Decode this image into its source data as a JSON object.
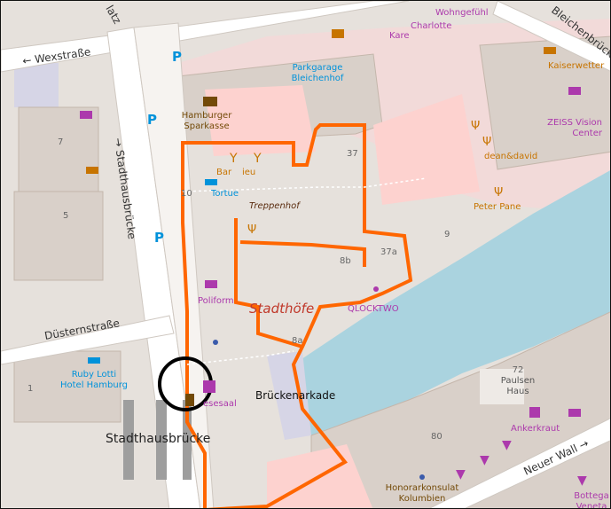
{
  "map": {
    "streets": {
      "wexstrasse": "← Wexstraße",
      "stadthausbruecke_vertical": "→ Stadthausbrücke",
      "duesternstrasse": "Düsternstraße",
      "bleichenbruecke": "Bleichenbrücke",
      "neuer_wall": "Neuer Wall →",
      "platz_fragment": "latz"
    },
    "places": {
      "parkgarage_1": "Parkgarage",
      "parkgarage_2": "Bleichenhof",
      "hamburger_sparkasse_1": "Hamburger",
      "hamburger_sparkasse_2": "Sparkasse",
      "bar_fragment": "Bar",
      "bar_fragment_2": "ieu",
      "tortue": "Tortue",
      "treppenhof": "Treppenhof",
      "poliform": "Poliform",
      "stadthoefe": "Stadthöfe",
      "qlocktwo": "QLOCKTWO",
      "ruby_lotti_1": "Ruby Lotti",
      "ruby_lotti_2": "Hotel Hamburg",
      "brueckenarkade": "Brückenarkade",
      "stadthausbruecke_station": "Stadthausbrücke",
      "esesaal": "esesaal",
      "charlotte": "Charlotte",
      "kare": "Kare",
      "wohngefuehl": "Wohngefühl",
      "kaiserwetter": "Kaiserwetter",
      "zeiss_1": "ZEISS Vision",
      "zeiss_2": "Center",
      "dean_david": "dean&david",
      "peter_pane": "Peter Pane",
      "paulsen_1": "Paulsen",
      "paulsen_2": "Haus",
      "ankerkraut": "Ankerkraut",
      "honorarkonsulat_1": "Honorarkonsulat",
      "honorarkonsulat_2": "Kolumbien",
      "bottega_1": "Bottega",
      "bottega_2": "Veneta"
    },
    "house_numbers": {
      "n7": "7",
      "n5": "5",
      "n1": "1",
      "n37": "37",
      "n10": "10",
      "n8b": "8b",
      "n37a": "37a",
      "n9": "9",
      "n8a": "8a",
      "n72": "72",
      "n80": "80"
    },
    "colors": {
      "water": "#aad3df",
      "building": "#d9d0c9",
      "highlight_area": "#fdd2cf",
      "outline": "#ff6600",
      "food_icon": "#c77400",
      "shop_icon": "#ac39ac",
      "transport_icon": "#0092da",
      "label_text": "#555555"
    },
    "icons": {
      "parking": "parking-icon",
      "bicycle_parking": "bicycle-parking-icon",
      "restaurant": "restaurant-icon",
      "cafe": "cafe-icon",
      "bar": "bar-icon",
      "hotel": "hotel-icon",
      "bank": "bank-icon",
      "clothes_shop": "clothes-icon",
      "furniture_shop": "furniture-icon",
      "search_circle": "search-marker-icon"
    }
  }
}
